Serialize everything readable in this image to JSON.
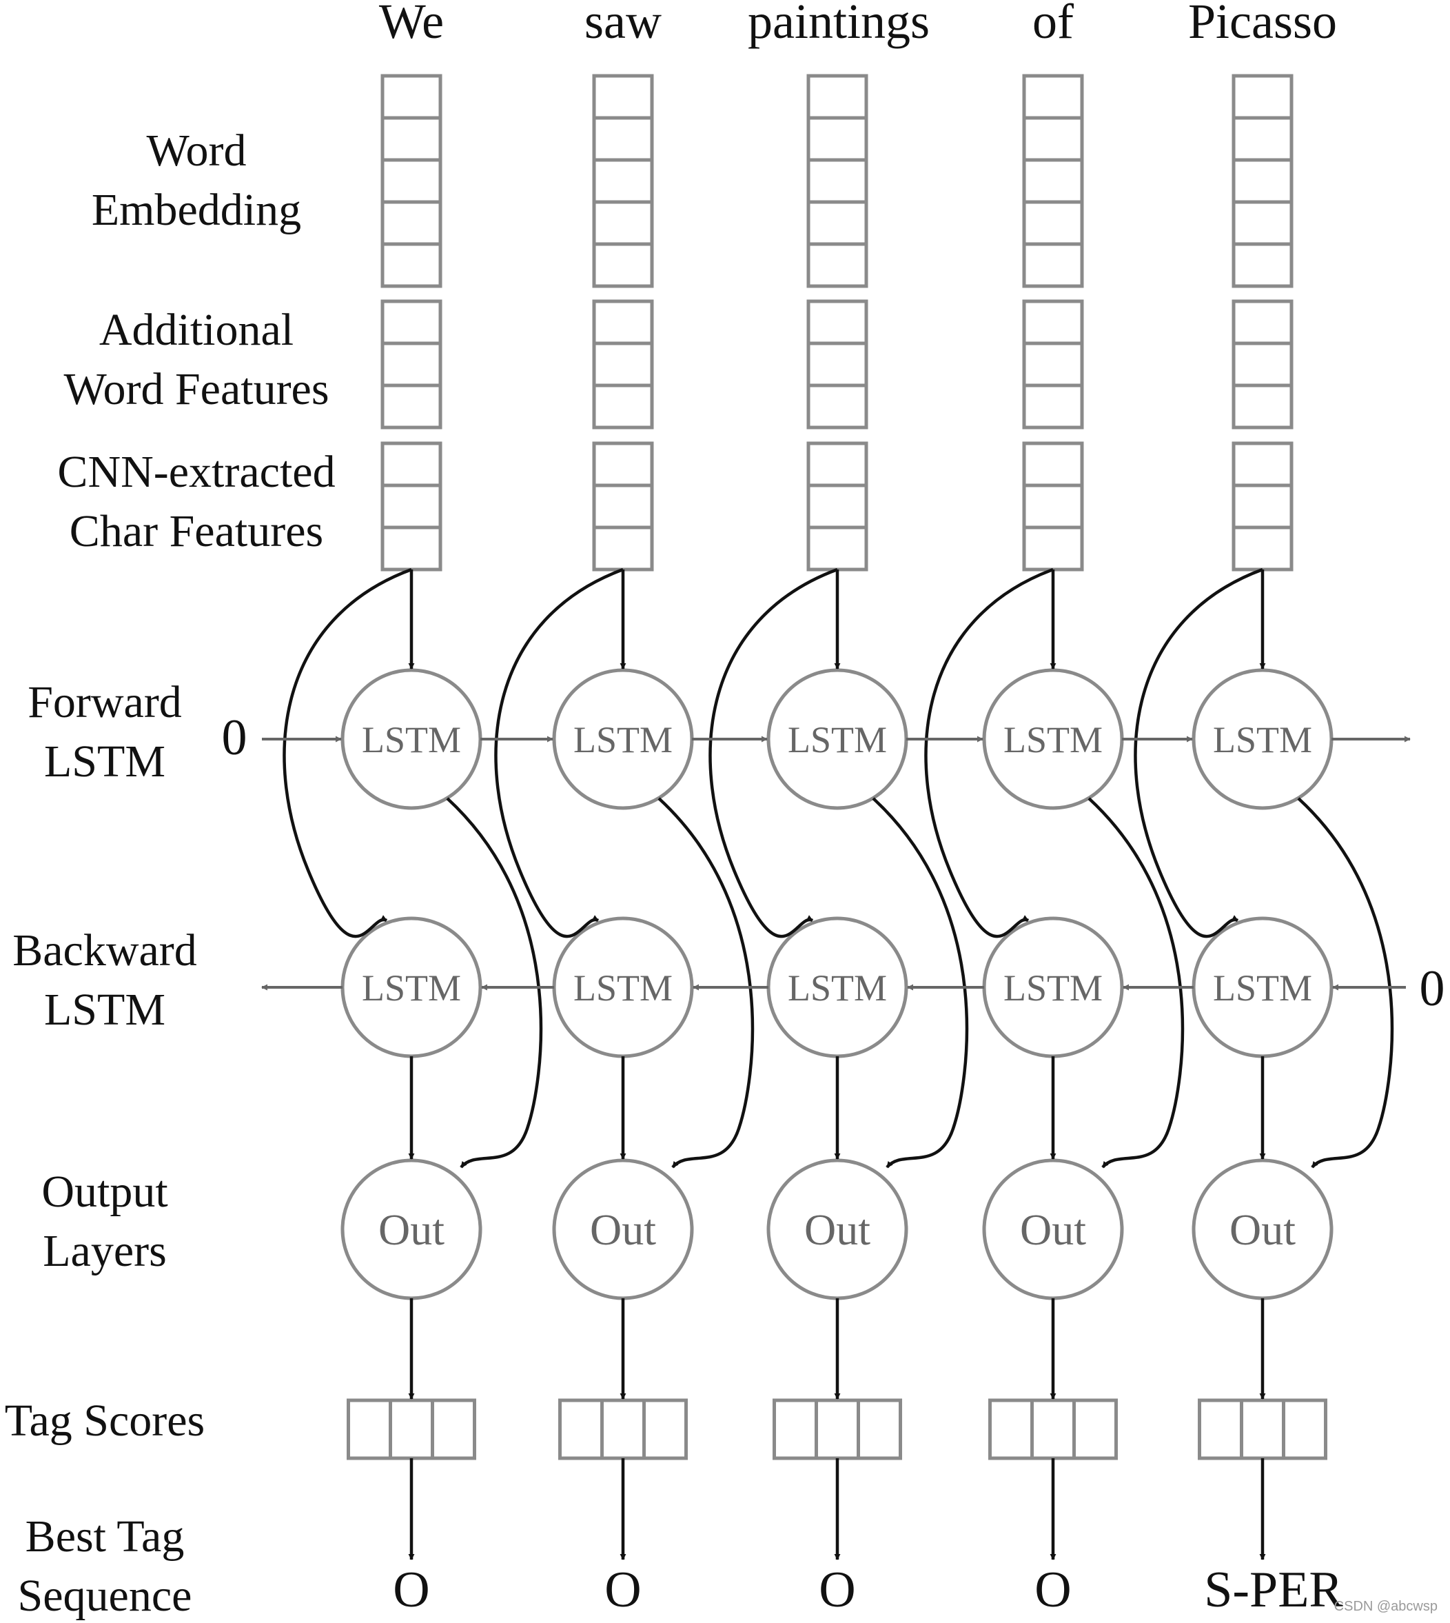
{
  "words": [
    "We",
    "saw",
    "paintings",
    "of",
    "Picasso"
  ],
  "row_labels": {
    "word_embedding": [
      "Word",
      "Embedding"
    ],
    "additional_features": [
      "Additional",
      "Word Features"
    ],
    "char_features": [
      "CNN-extracted",
      "Char Features"
    ],
    "forward_lstm": [
      "Forward",
      "LSTM"
    ],
    "backward_lstm": [
      "Backward",
      "LSTM"
    ],
    "output_layers": [
      "Output",
      "Layers"
    ],
    "tag_scores": [
      "Tag Scores"
    ],
    "best_tag_sequence": [
      "Best Tag",
      "Sequence"
    ]
  },
  "lstm_label": "LSTM",
  "out_label": "Out",
  "forward_init": "0",
  "backward_init": "0",
  "tags": [
    "O",
    "O",
    "O",
    "O",
    "S-PER"
  ],
  "vector_sizes": {
    "word_embedding": 5,
    "additional_features": 3,
    "char_features": 3,
    "tag_scores": 3
  },
  "watermark": "CSDN @abcwsp",
  "colors": {
    "text": "#111111",
    "box_stroke": "#8a8a8a",
    "arrow_black": "#111111",
    "arrow_gray": "#666666"
  }
}
